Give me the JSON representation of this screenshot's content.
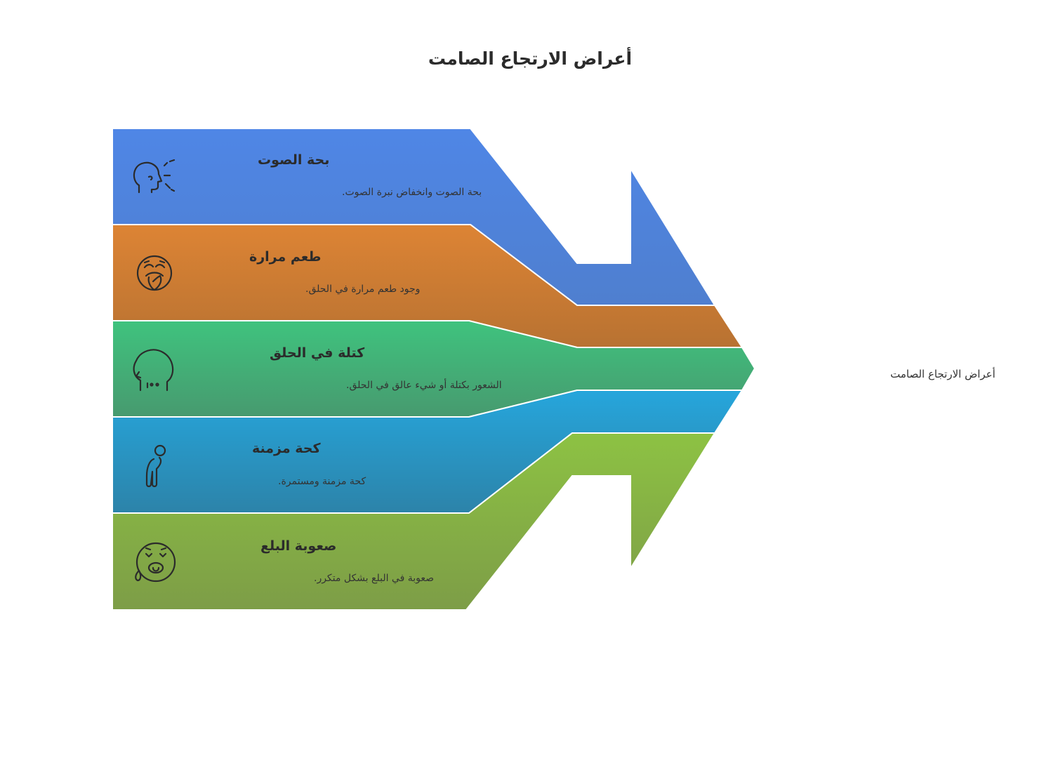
{
  "title": "أعراض الارتجاع الصامت",
  "side_label": "أعراض الارتجاع الصامت",
  "colors": {
    "band_0": [
      "#4f86e6",
      "#4f7fcf"
    ],
    "band_1": [
      "#dd8434",
      "#b87232"
    ],
    "band_2": [
      "#3fc37e",
      "#479a6f"
    ],
    "band_3": [
      "#26a6dc",
      "#2c83a9"
    ],
    "band_4": [
      "#8dc243",
      "#7d9d47"
    ]
  },
  "bands": [
    {
      "title": "بحة الصوت",
      "desc": "بحة الصوت وانخفاض نبرة الصوت.",
      "icon": "voice-speaking-icon"
    },
    {
      "title": "طعم مرارة",
      "desc": "وجود طعم مرارة في الحلق.",
      "icon": "disgusted-face-icon"
    },
    {
      "title": "كتلة في الحلق",
      "desc": "الشعور بكتلة أو شيء عالق في الحلق.",
      "icon": "throat-head-icon"
    },
    {
      "title": "كحة مزمنة",
      "desc": "كحة مزمنة ومستمرة.",
      "icon": "coughing-person-icon"
    },
    {
      "title": "صعوبة البلع",
      "desc": "صعوبة في البلع بشكل متكرر.",
      "icon": "sick-face-icon"
    }
  ]
}
